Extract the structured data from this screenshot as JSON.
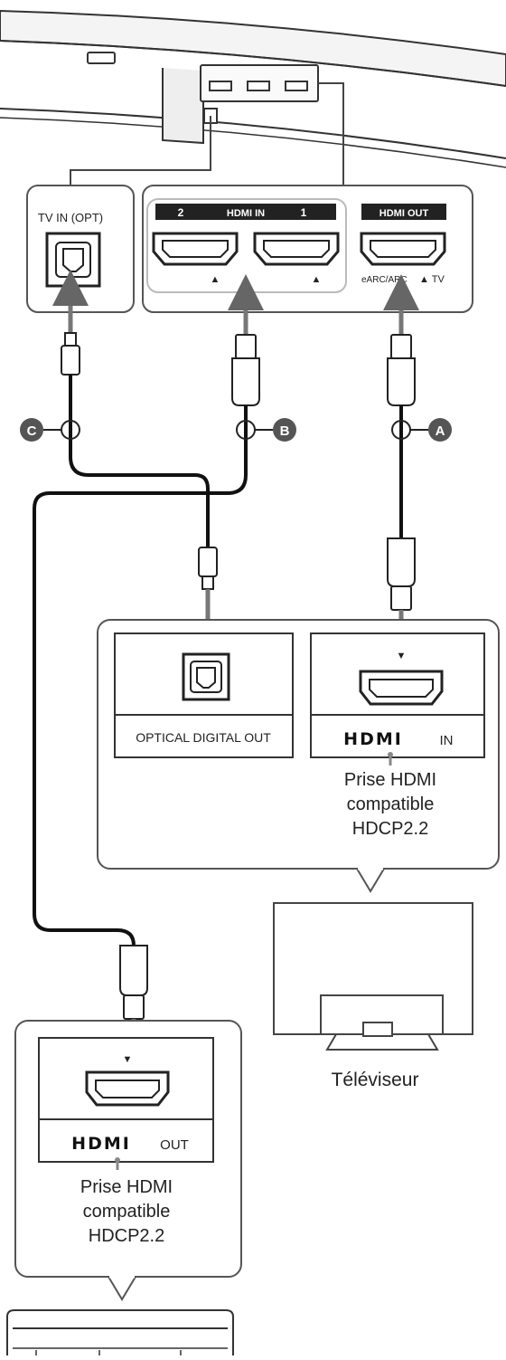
{
  "soundbar": {
    "tv_in_label": "TV IN (OPT)",
    "hdmi_in_label": "HDMI IN",
    "hdmi_in_num_2": "2",
    "hdmi_in_num_1": "1",
    "hdmi_out_label": "HDMI OUT",
    "earc_label": "eARC/ARC",
    "tv_label": "▲ TV",
    "triangle": "▲"
  },
  "cables": {
    "a": "A",
    "b": "B",
    "c": "C"
  },
  "tv_panel": {
    "optical_label": "OPTICAL DIGITAL OUT",
    "hdmi_logo": "HDMI",
    "hdmi_in": "IN",
    "caption_line1": "Prise HDMI",
    "caption_line2": "compatible",
    "caption_line3": "HDCP2.2",
    "tv_name": "Téléviseur"
  },
  "source_panel": {
    "hdmi_logo": "HDMI",
    "hdmi_out": "OUT",
    "caption_line1": "Prise HDMI",
    "caption_line2": "compatible",
    "caption_line3": "HDCP2.2"
  }
}
